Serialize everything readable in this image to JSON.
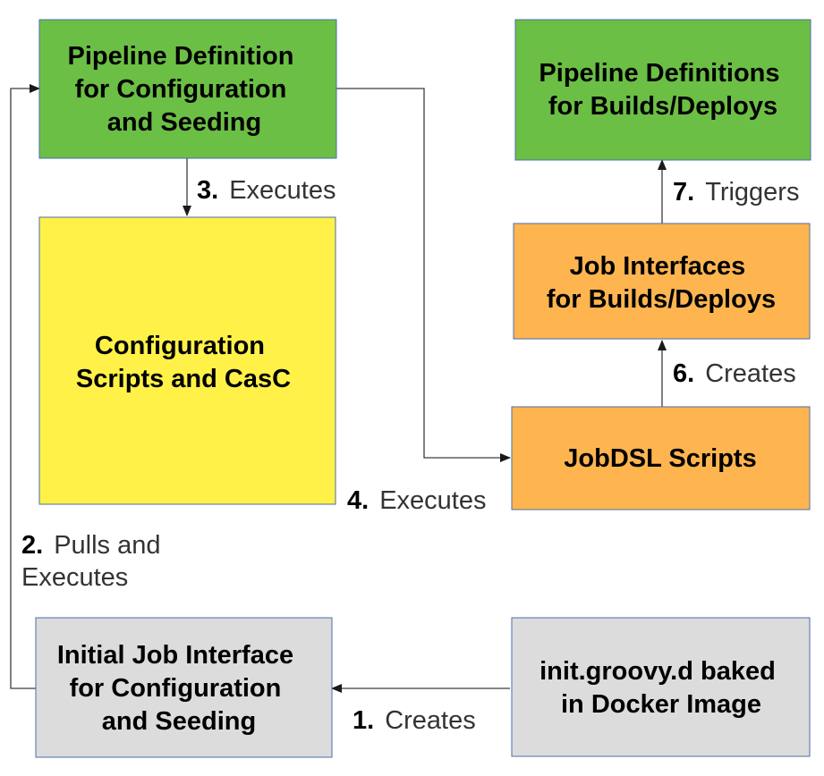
{
  "colors": {
    "green": "#6cbf45",
    "yellow": "#fff148",
    "orange": "#ffb54f",
    "gray": "#dcdcdc",
    "border": "#4a6ea8",
    "line": "#3c3c3c"
  },
  "nodes": {
    "pipeline_seed": {
      "lines": [
        "Pipeline Definition",
        "for Configuration",
        "and Seeding"
      ]
    },
    "pipeline_builds": {
      "lines": [
        "Pipeline Definitions",
        "for Builds/Deploys"
      ]
    },
    "config_scripts": {
      "lines": [
        "Configuration",
        "Scripts and CasC"
      ]
    },
    "job_interfaces": {
      "lines": [
        "Job Interfaces",
        "for Builds/Deploys"
      ]
    },
    "jobdsl": {
      "lines": [
        "JobDSL Scripts"
      ]
    },
    "initial_job": {
      "lines": [
        "Initial Job Interface",
        "for Configuration",
        "and Seeding"
      ]
    },
    "init_groovy": {
      "lines": [
        "init.groovy.d baked",
        "in Docker Image"
      ]
    }
  },
  "edges": {
    "e1": {
      "num": "1.",
      "text": "Creates"
    },
    "e2": {
      "num": "2.",
      "text": "Pulls and",
      "text2": "Executes"
    },
    "e3": {
      "num": "3.",
      "text": "Executes"
    },
    "e4": {
      "num": "4.",
      "text": "Executes"
    },
    "e6": {
      "num": "6.",
      "text": "Creates"
    },
    "e7": {
      "num": "7.",
      "text": "Triggers"
    }
  }
}
